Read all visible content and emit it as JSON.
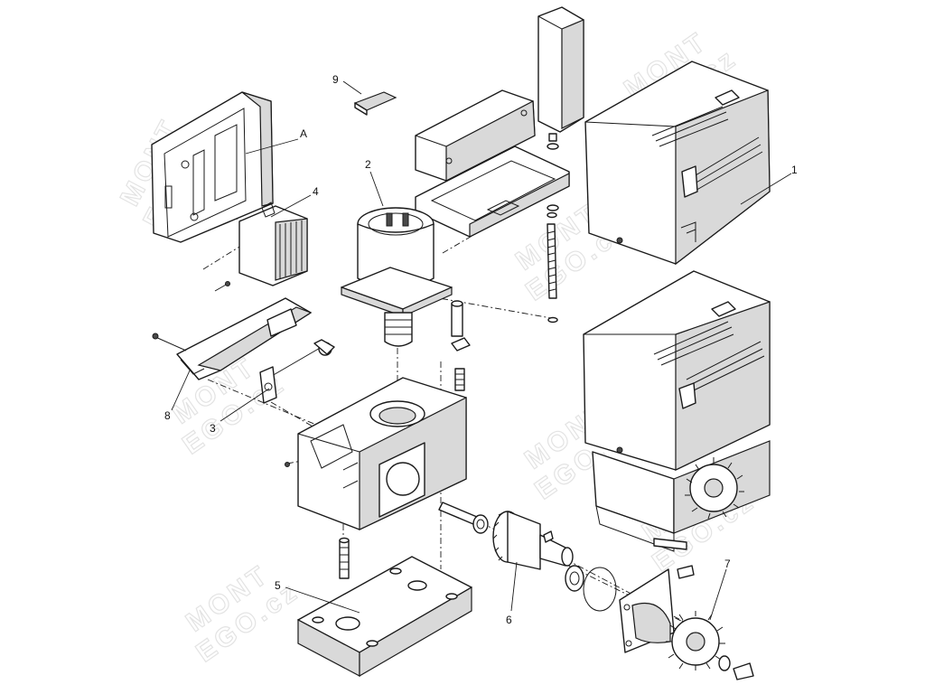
{
  "watermark": {
    "line1": "MONT",
    "line2": "EGO.cz"
  },
  "callouts": {
    "c1": "1",
    "c2": "2",
    "c3": "3",
    "c4": "4",
    "c5": "5",
    "c6": "6",
    "c7": "7",
    "c8": "8",
    "c9": "9",
    "cA": "A"
  },
  "colors": {
    "line": "#1a1a1a",
    "shade": "#d9d9d9",
    "watermark": "#e3e3e3"
  }
}
